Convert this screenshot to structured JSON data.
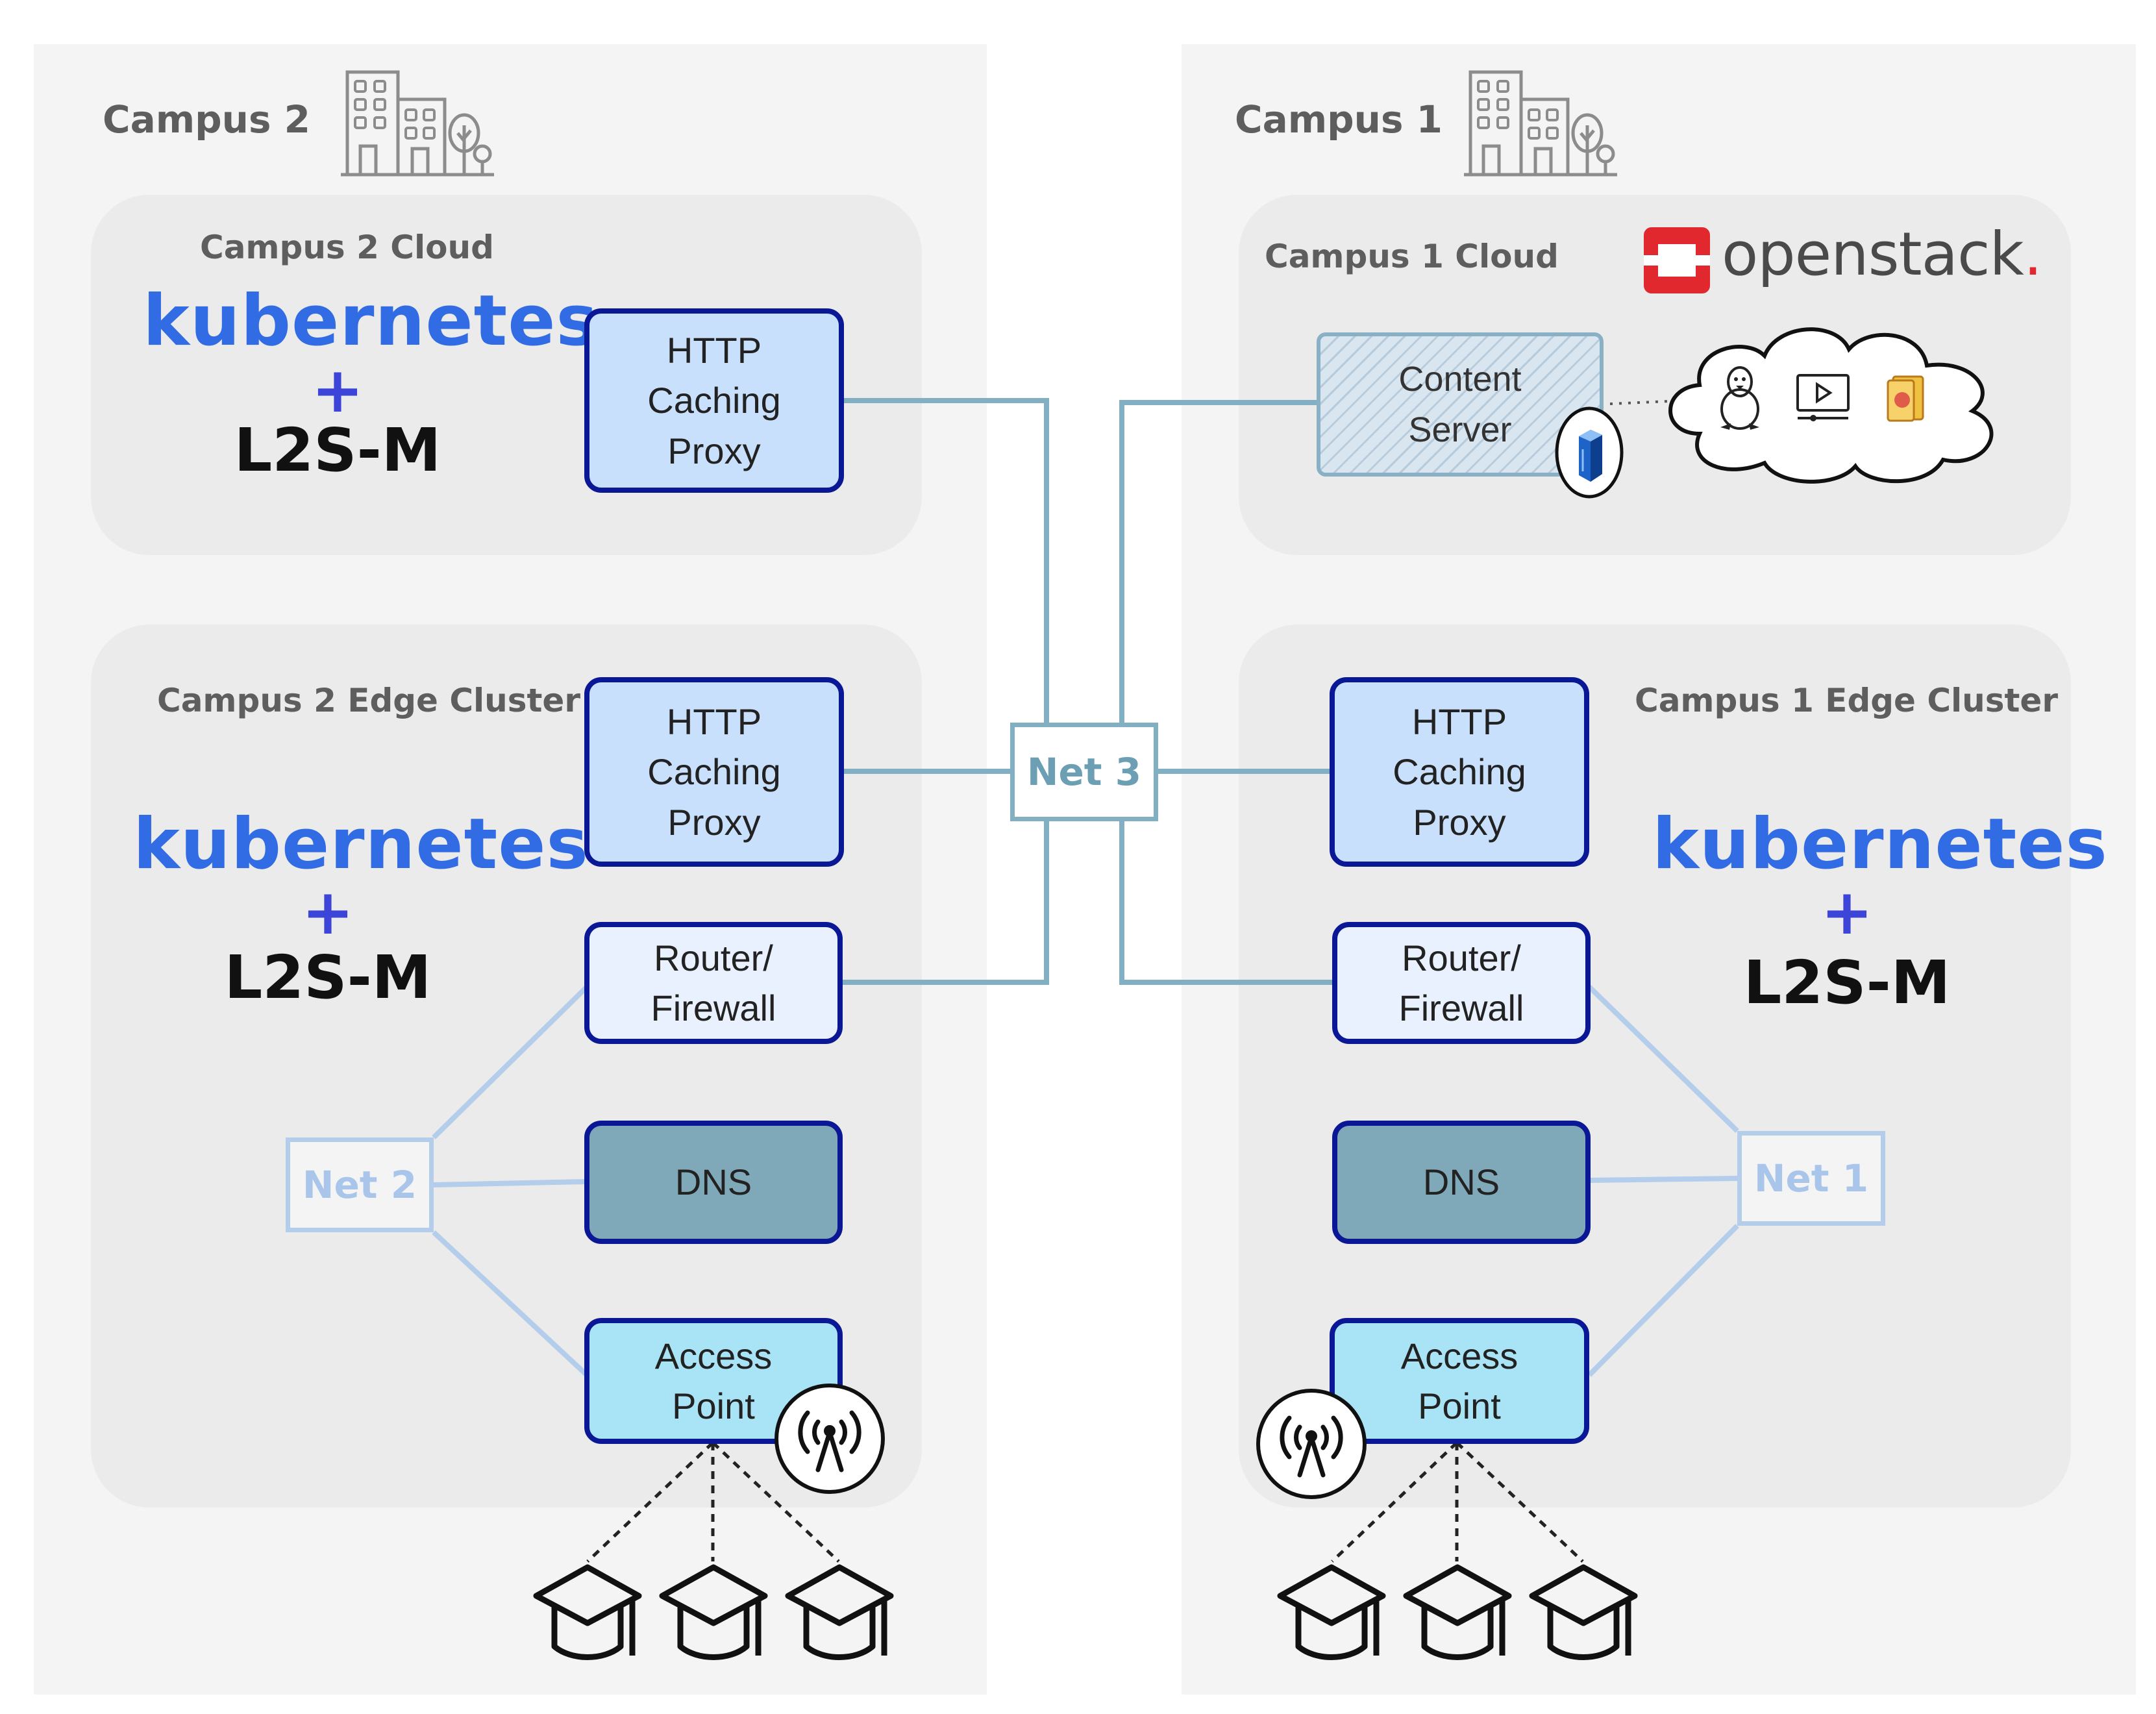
{
  "colors": {
    "kubernetes_blue": "#326ce5",
    "node_border": "#0a1896",
    "proxy_fill": "#c8e0fb",
    "router_fill": "#e8f1fd",
    "dns_fill": "#7fa9b8",
    "access_point_fill": "#a9e4f6",
    "net3_line": "#82b0c2",
    "local_net_line": "#b3cdeb",
    "openstack_red": "#e0282e"
  },
  "campus2": {
    "title": "Campus 2",
    "building_icon": "building-icon",
    "cloud": {
      "title": "Campus 2 Cloud",
      "platform": "kubernetes",
      "plus": "+",
      "addon": "L2S-M",
      "proxy_label": "HTTP\nCaching\nProxy"
    },
    "edge": {
      "title": "Campus 2 Edge Cluster",
      "platform": "kubernetes",
      "plus": "+",
      "addon": "L2S-M",
      "proxy_label": "HTTP\nCaching\nProxy",
      "router_label": "Router/\nFirewall",
      "dns_label": "DNS",
      "ap_label": "Access\nPoint",
      "net_label": "Net 2",
      "antenna_icon": "wireless-antenna-icon",
      "user_icon": "graduation-cap-icon"
    }
  },
  "campus1": {
    "title": "Campus 1",
    "building_icon": "building-icon",
    "cloud": {
      "title": "Campus 1 Cloud",
      "logo_text": "openstack",
      "logo_dot": ".",
      "content_server_label": "Content\nServer",
      "server_icon": "server-icon",
      "cloud_icons": [
        "linux-tux-icon",
        "video-player-icon",
        "document-icon"
      ]
    },
    "edge": {
      "title": "Campus 1 Edge Cluster",
      "platform": "kubernetes",
      "plus": "+",
      "addon": "L2S-M",
      "proxy_label": "HTTP\nCaching\nProxy",
      "router_label": "Router/\nFirewall",
      "dns_label": "DNS",
      "ap_label": "Access\nPoint",
      "net_label": "Net 1",
      "antenna_icon": "wireless-antenna-icon",
      "user_icon": "graduation-cap-icon"
    }
  },
  "core": {
    "net_label": "Net 3"
  }
}
